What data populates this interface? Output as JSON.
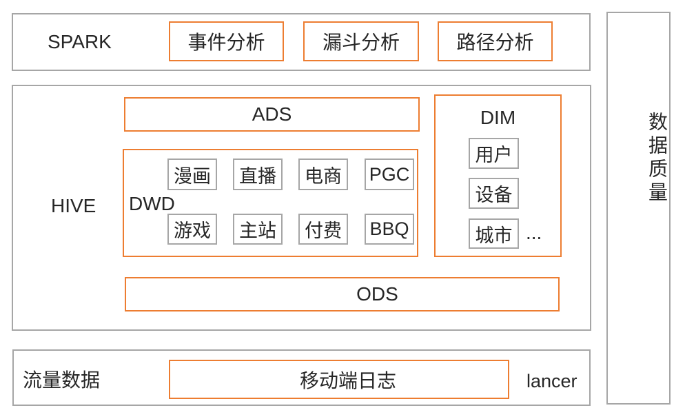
{
  "colors": {
    "accent_orange": "#ed7d31",
    "border_gray": "#a6a6a6",
    "text": "#262626"
  },
  "spark": {
    "label": "SPARK",
    "boxes": [
      "事件分析",
      "漏斗分析",
      "路径分析"
    ]
  },
  "hive": {
    "label": "HIVE",
    "ads": {
      "label": "ADS"
    },
    "dwd": {
      "label": "DWD",
      "row1": [
        "漫画",
        "直播",
        "电商",
        "PGC"
      ],
      "row2": [
        "游戏",
        "主站",
        "付费",
        "BBQ"
      ]
    },
    "dim": {
      "label": "DIM",
      "items": [
        "用户",
        "设备",
        "城市"
      ],
      "ellipsis": "..."
    },
    "ods": {
      "label": "ODS"
    }
  },
  "traffic": {
    "label": "流量数据",
    "box": "移动端日志",
    "right_label": "lancer"
  },
  "quality": {
    "label": "数据质量"
  }
}
